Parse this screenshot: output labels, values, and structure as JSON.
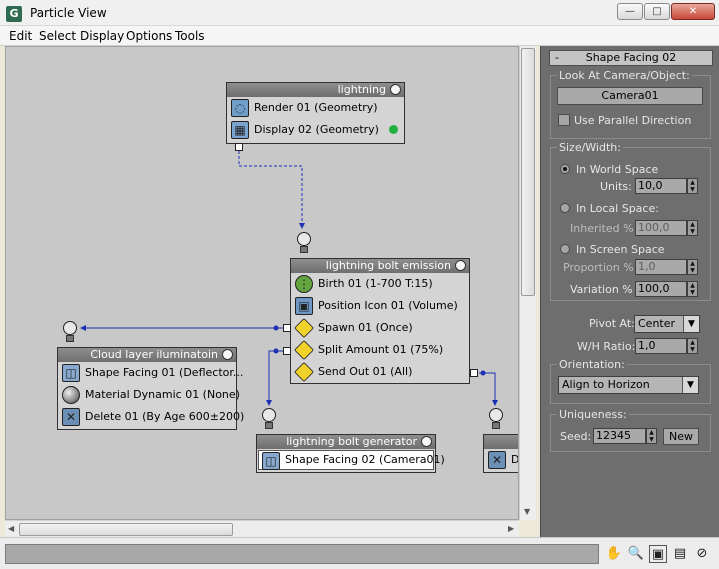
{
  "window": {
    "title": "Particle View",
    "app_icon": "G"
  },
  "menu": [
    "Edit",
    "Select",
    "Display",
    "Options",
    "Tools"
  ],
  "nodes": {
    "lightning": {
      "title": "lightning",
      "ops": [
        {
          "label": "Render 01 (Geometry)",
          "icon": "render-icon"
        },
        {
          "label": "Display 02 (Geometry)",
          "icon": "display-icon"
        }
      ]
    },
    "emission": {
      "title": "lightning bolt emission",
      "ops": [
        {
          "label": "Birth 01 (1-700 T:15)",
          "icon": "birth-icon"
        },
        {
          "label": "Position Icon 01 (Volume)",
          "icon": "position-icon"
        },
        {
          "label": "Spawn 01 (Once)",
          "icon": "test-icon"
        },
        {
          "label": "Split Amount 01 (75%)",
          "icon": "test-icon"
        },
        {
          "label": "Send Out 01 (All)",
          "icon": "test-icon"
        }
      ]
    },
    "cloud": {
      "title": "Cloud layer iluminatoin",
      "ops": [
        {
          "label": "Shape Facing 01 (Deflector...",
          "icon": "shape-facing-icon"
        },
        {
          "label": "Material Dynamic 01 (None)",
          "icon": "material-icon"
        },
        {
          "label": "Delete 01 (By Age 600±200)",
          "icon": "delete-icon"
        }
      ]
    },
    "generator": {
      "title": "lightning bolt generator",
      "ops": [
        {
          "label": "Shape Facing 02 (Camera01)",
          "icon": "shape-facing-icon"
        }
      ]
    },
    "partial": {
      "ops": [
        {
          "label": "D",
          "icon": "delete-icon"
        }
      ]
    }
  },
  "panel": {
    "rollout_title": "Shape Facing 02",
    "rollout_toggle": "-",
    "look_at_label": "Look At Camera/Object:",
    "look_at_value": "Camera01",
    "use_parallel": "Use Parallel Direction",
    "size_label": "Size/Width:",
    "in_world": "In World Space",
    "units_label": "Units:",
    "units_value": "10,0",
    "in_local": "In Local Space:",
    "inherited_label": "Inherited %",
    "inherited_value": "100,0",
    "in_screen": "In Screen Space",
    "proportion_label": "Proportion %",
    "proportion_value": "1,0",
    "variation_label": "Variation %",
    "variation_value": "100,0",
    "pivot_label": "Pivot At:",
    "pivot_value": "Center",
    "wh_label": "W/H Ratio:",
    "wh_value": "1,0",
    "orientation_label": "Orientation:",
    "orientation_value": "Align to Horizon",
    "uniqueness_label": "Uniqueness:",
    "seed_label": "Seed:",
    "seed_value": "12345",
    "new_label": "New"
  },
  "status_tools": [
    "pan-hand-icon",
    "zoom-icon",
    "zoom-region-icon",
    "zoom-extents-icon",
    "no-zoom-icon"
  ],
  "colors": {
    "canvas": "#c8c8c8",
    "panel": "#6e6e6e",
    "wire": "#1c2fb5",
    "node_header": "#7a7a7a",
    "active_dot": "#20b040"
  }
}
